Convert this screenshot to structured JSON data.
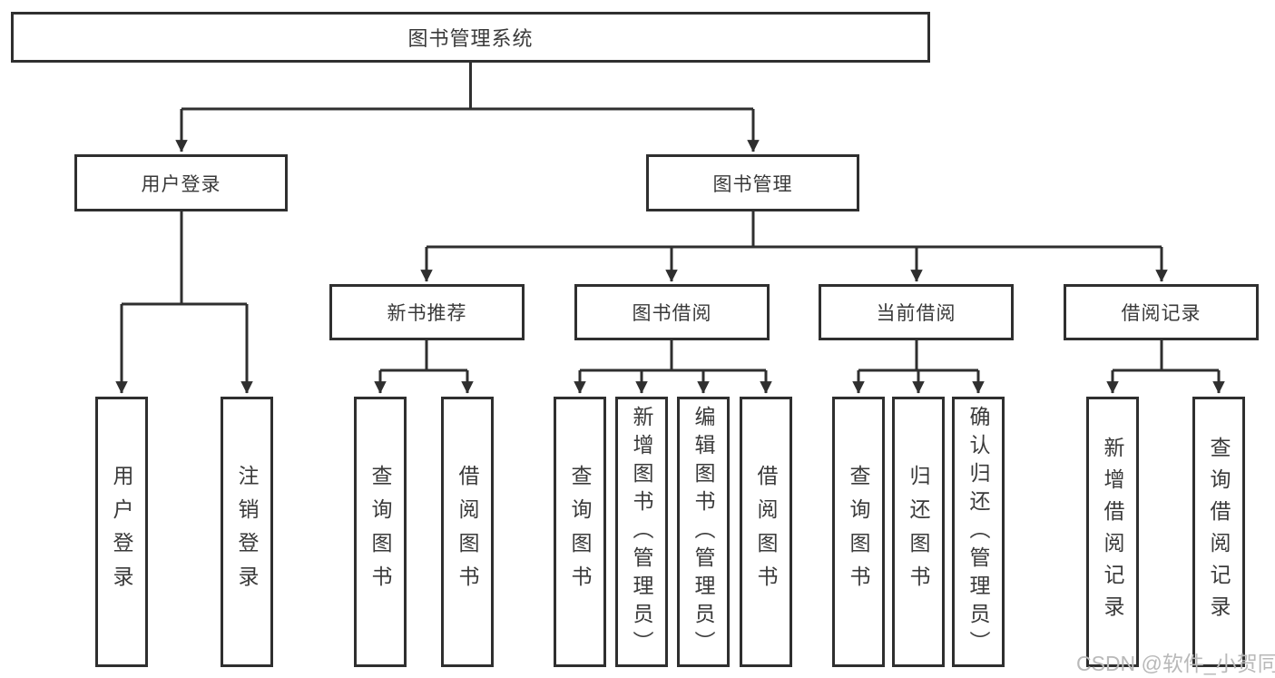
{
  "tree": {
    "root": {
      "label": "图书管理系统"
    },
    "children": [
      {
        "label": "用户登录",
        "children": [
          {
            "label": "用户登录"
          },
          {
            "label": "注销登录"
          }
        ]
      },
      {
        "label": "图书管理",
        "children": [
          {
            "label": "新书推荐",
            "children": [
              {
                "label": "查询图书"
              },
              {
                "label": "借阅图书"
              }
            ]
          },
          {
            "label": "图书借阅",
            "children": [
              {
                "label": "查询图书"
              },
              {
                "label": "新增图书（管理员）"
              },
              {
                "label": "编辑图书（管理员）"
              },
              {
                "label": "借阅图书"
              }
            ]
          },
          {
            "label": "当前借阅",
            "children": [
              {
                "label": "查询图书"
              },
              {
                "label": "归还图书"
              },
              {
                "label": "确认归还（管理员）"
              }
            ]
          },
          {
            "label": "借阅记录",
            "children": [
              {
                "label": "新增借阅记录"
              },
              {
                "label": "查询借阅记录"
              }
            ]
          }
        ]
      }
    ]
  },
  "watermark": "CSDN @软件_小贺同学",
  "colors": {
    "line_color": "#2f2f2f",
    "box_border": "#2f2f2f",
    "box_background": "#ffffff",
    "text_color": "#3a3a3a",
    "watermark_color": "#b9b9b9",
    "page_background": "#ffffff"
  }
}
